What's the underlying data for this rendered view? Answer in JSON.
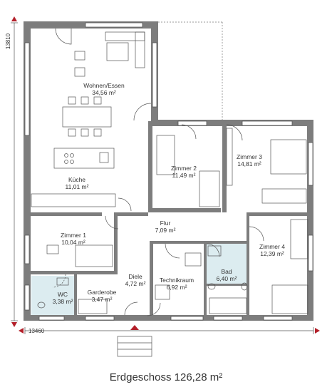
{
  "plan": {
    "caption": "Erdgeschoss 126,28 m²",
    "dimensions": {
      "height": "13810",
      "width": "13460"
    },
    "rooms": [
      {
        "name": "Wohnen/Essen",
        "area": "34,56 m²"
      },
      {
        "name": "Küche",
        "area": "11,01 m²"
      },
      {
        "name": "Zimmer 1",
        "area": "10,04 m²"
      },
      {
        "name": "Zimmer 2",
        "area": "11,49 m²"
      },
      {
        "name": "Zimmer 3",
        "area": "14,81 m²"
      },
      {
        "name": "Zimmer 4",
        "area": "12,39 m²"
      },
      {
        "name": "Flur",
        "area": "7,09 m²"
      },
      {
        "name": "Diele",
        "area": "4,72 m²"
      },
      {
        "name": "Technikraum",
        "area": "6,92 m²"
      },
      {
        "name": "Bad",
        "area": "6,40 m²"
      },
      {
        "name": "WC",
        "area": "3,38 m²"
      },
      {
        "name": "Garderobe",
        "area": "3,47 m²"
      }
    ],
    "colors": {
      "wall": "#7d7d7d",
      "line": "#555555",
      "tile": "#dcecf0",
      "arrow": "#b3202a"
    }
  }
}
